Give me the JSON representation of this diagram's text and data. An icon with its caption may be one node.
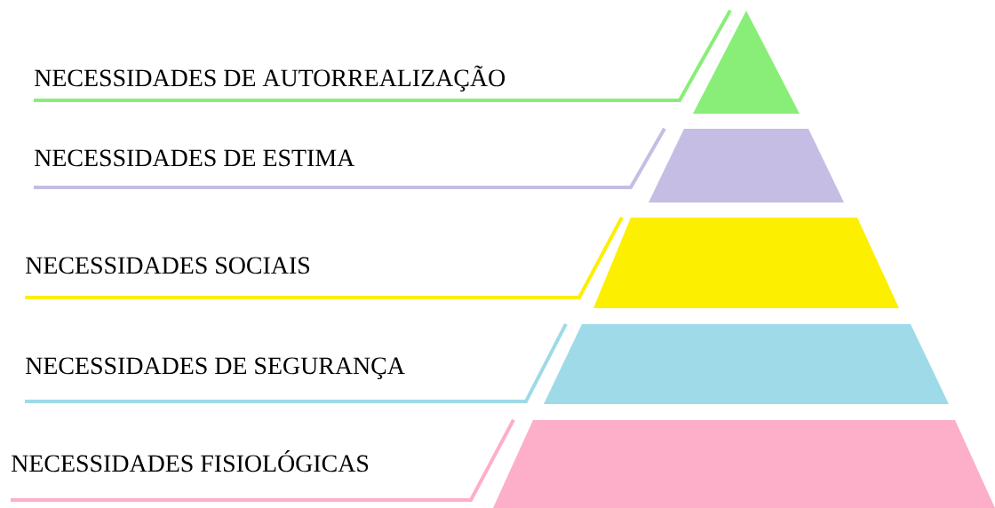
{
  "diagram": {
    "nodes": [
      {
        "text": [
          "NECESSIDADES DE AUTORREALIZAÇÃO"
        ]
      },
      {
        "text": [
          "NECESSIDADES DE ESTIMA"
        ]
      },
      {
        "text": [
          "NECESSIDADES SOCIAIS"
        ]
      },
      {
        "text": [
          "NECESSIDADES DE SEGURANÇA"
        ]
      },
      {
        "text": [
          "NECESSIDADES FISIOLÓGICAS"
        ]
      },
      {
        "text": [],
        "shape": "triangle"
      },
      {
        "text": [],
        "shape": "trapezoid"
      },
      {
        "text": [],
        "shape": "trapezoid"
      },
      {
        "text": [],
        "shape": "trapezoid"
      },
      {
        "text": [],
        "shape": "trapezoid"
      }
    ],
    "edges": [
      {
        "from": 0,
        "to": 5,
        "arrow": "none",
        "color": "#88ee77"
      },
      {
        "from": 1,
        "to": 6,
        "arrow": "none",
        "color": "#c5bde4"
      },
      {
        "from": 2,
        "to": 7,
        "arrow": "none",
        "color": "#fcef00"
      },
      {
        "from": 3,
        "to": 8,
        "arrow": "none",
        "color": "#9edae8"
      },
      {
        "from": 4,
        "to": 9,
        "arrow": "none",
        "color": "#fdaec8"
      }
    ]
  }
}
